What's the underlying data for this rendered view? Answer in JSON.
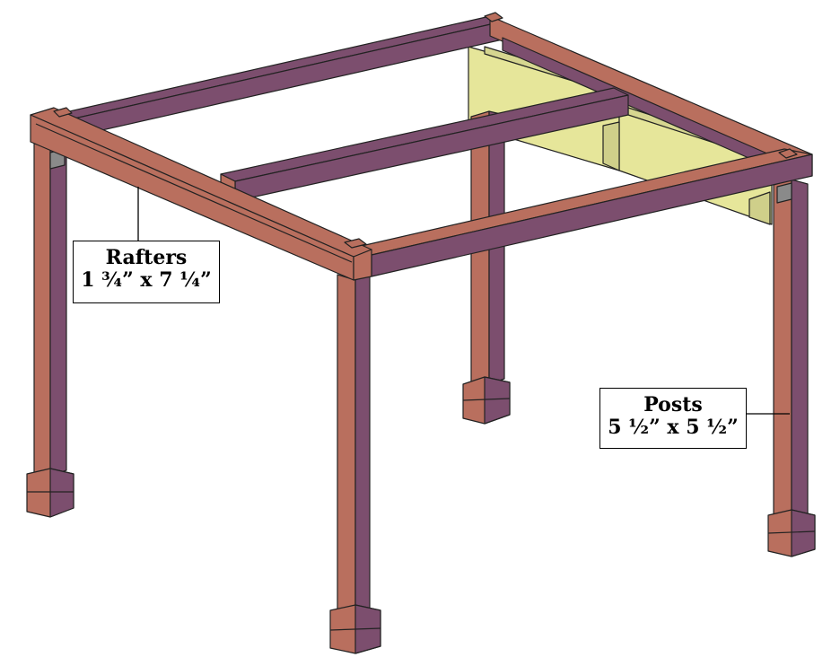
{
  "callouts": {
    "rafters": {
      "title": "Rafters",
      "dims": "1 ¾” x 7 ¼”"
    },
    "posts": {
      "title": "Posts",
      "dims": "5 ½” x 5 ½”"
    }
  },
  "colors": {
    "wood_face": "#b96f5e",
    "wood_side": "#7c4e6e",
    "wood_dark": "#5d3a52",
    "shade_fabric": "#e6e69a",
    "outline": "#222222",
    "bracket": "#8a8a8a"
  }
}
